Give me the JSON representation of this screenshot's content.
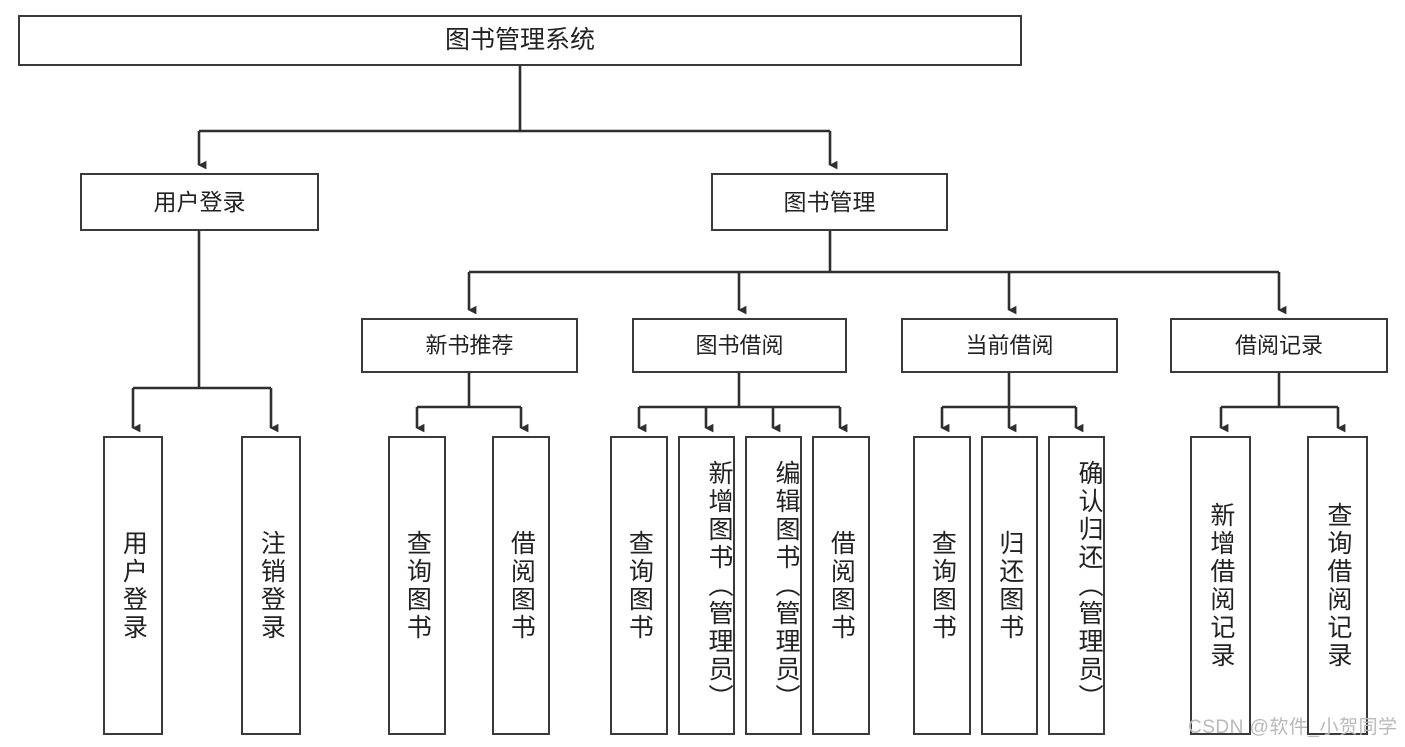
{
  "diagram": {
    "type": "tree-hierarchy",
    "title": "图书管理系统",
    "root": {
      "label": "图书管理系统"
    },
    "level1": [
      {
        "label": "用户登录"
      },
      {
        "label": "图书管理"
      }
    ],
    "level2": [
      {
        "label": "新书推荐"
      },
      {
        "label": "图书借阅"
      },
      {
        "label": "当前借阅"
      },
      {
        "label": "借阅记录"
      }
    ],
    "leaves": {
      "user_login": [
        {
          "label": "用户登录"
        },
        {
          "label": "注销登录"
        }
      ],
      "new_book_recommend": [
        {
          "label": "查询图书"
        },
        {
          "label": "借阅图书"
        }
      ],
      "book_borrow": [
        {
          "label": "查询图书"
        },
        {
          "label": "新增图书（管理员）"
        },
        {
          "label": "编辑图书（管理员）"
        },
        {
          "label": "借阅图书"
        }
      ],
      "current_borrow": [
        {
          "label": "查询图书"
        },
        {
          "label": "归还图书"
        },
        {
          "label": "确认归还（管理员）"
        }
      ],
      "borrow_record": [
        {
          "label": "新增借阅记录"
        },
        {
          "label": "查询借阅记录"
        }
      ]
    }
  },
  "watermark": {
    "text": "CSDN @软件_小贺同学"
  },
  "colors": {
    "stroke": "#3a3a3a",
    "text": "#222222",
    "background": "#ffffff",
    "watermark": "#b9b9b9"
  }
}
